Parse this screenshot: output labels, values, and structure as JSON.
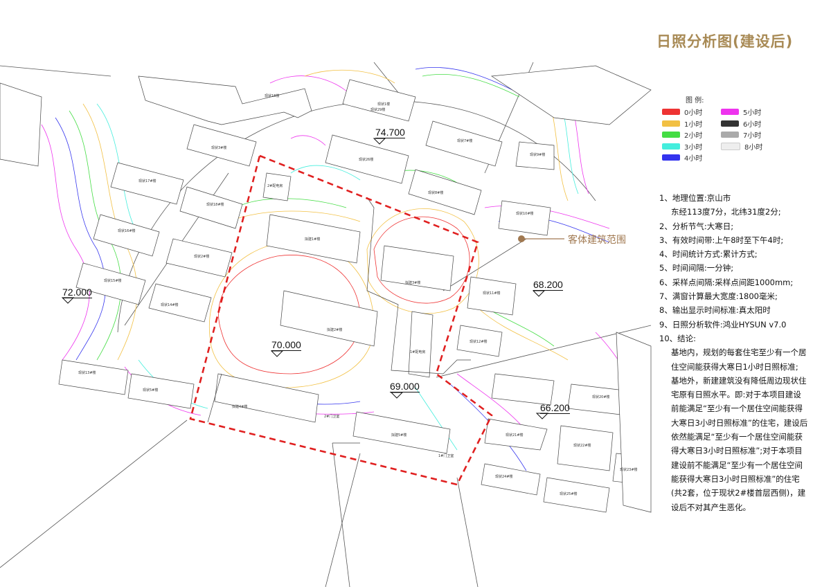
{
  "title": "日照分析图(建设后)",
  "legend": {
    "title": "图 例:",
    "items": [
      {
        "label": "0小时",
        "color": "#ee3333"
      },
      {
        "label": "1小时",
        "color": "#f2c043"
      },
      {
        "label": "2小时",
        "color": "#44dd44"
      },
      {
        "label": "3小时",
        "color": "#44eedd"
      },
      {
        "label": "4小时",
        "color": "#3333ee"
      },
      {
        "label": "5小时",
        "color": "#ee33ee"
      },
      {
        "label": "6小时",
        "color": "#333333"
      },
      {
        "label": "7小时",
        "color": "#aaaaaa"
      },
      {
        "label": "8小时",
        "color": "#eeeeee"
      }
    ]
  },
  "scope_label": "客体建筑范围",
  "elevations": [
    "74.700",
    "72.000",
    "68.200",
    "70.000",
    "69.000",
    "66.200"
  ],
  "notes": [
    {
      "text": "1、地理位置:京山市",
      "indent": false
    },
    {
      "text": "东经113度7分，北纬31度2分;",
      "indent": true
    },
    {
      "text": "2、分析节气:大寒日;",
      "indent": false
    },
    {
      "text": "3、有效时间带:上午8时至下午4时;",
      "indent": false
    },
    {
      "text": "4、时间统计方式:累计方式;",
      "indent": false
    },
    {
      "text": "5、时间间隔:一分钟;",
      "indent": false
    },
    {
      "text": "6、采样点间隔:采样点间距1000mm;",
      "indent": false
    },
    {
      "text": "7、满窗计算最大宽度:1800毫米;",
      "indent": false
    },
    {
      "text": "8、输出显示时间标准:真太阳时",
      "indent": false
    },
    {
      "text": "9、日照分析软件:鸿业HYSUN v7.0",
      "indent": false
    },
    {
      "text": "10、结论:",
      "indent": false
    },
    {
      "text": "基地内，规划的每套住宅至少有一个居住空间能获得大寒日1小时日照标准;",
      "indent": true
    },
    {
      "text": "基地外，新建建筑没有降低周边现状住宅原有日照水平。即:对于本项目建设前能满足“至少有一个居住空间能获得大寒日3小时日照标准”的住宅，建设后依然能满足“至少有一个居住空间能获得大寒日3小时日照标准”;对于本项目建设前不能满足“至少有一个居住空间能获得大寒日3小时日照标准”的住宅(共2套，位于现状2#楼首层西侧)，建设后不对其产生恶化。",
      "indent": true
    }
  ],
  "buildings": [
    "现状18楼",
    "现状29楼",
    "现状17#楼",
    "现状18#楼",
    "现状3#楼",
    "现状16#楼",
    "现状2#楼",
    "现状15#楼",
    "现状14#楼",
    "现状13#楼",
    "现状5#楼",
    "现状26楼",
    "现状7#楼",
    "现状8#楼",
    "现状10#楼",
    "现状9#楼",
    "现状11#楼",
    "现状12#楼",
    "现状20#楼",
    "现状21#楼",
    "现状22#楼",
    "现状23#楼",
    "现状24#楼",
    "现状25#楼",
    "2#配电房",
    "拟建1#楼",
    "拟建2#楼",
    "拟建3#楼",
    "拟建4#楼",
    "拟建5#楼",
    "1#配电房",
    "2#门卫室",
    "1#门卫室",
    "现状1楼"
  ]
}
